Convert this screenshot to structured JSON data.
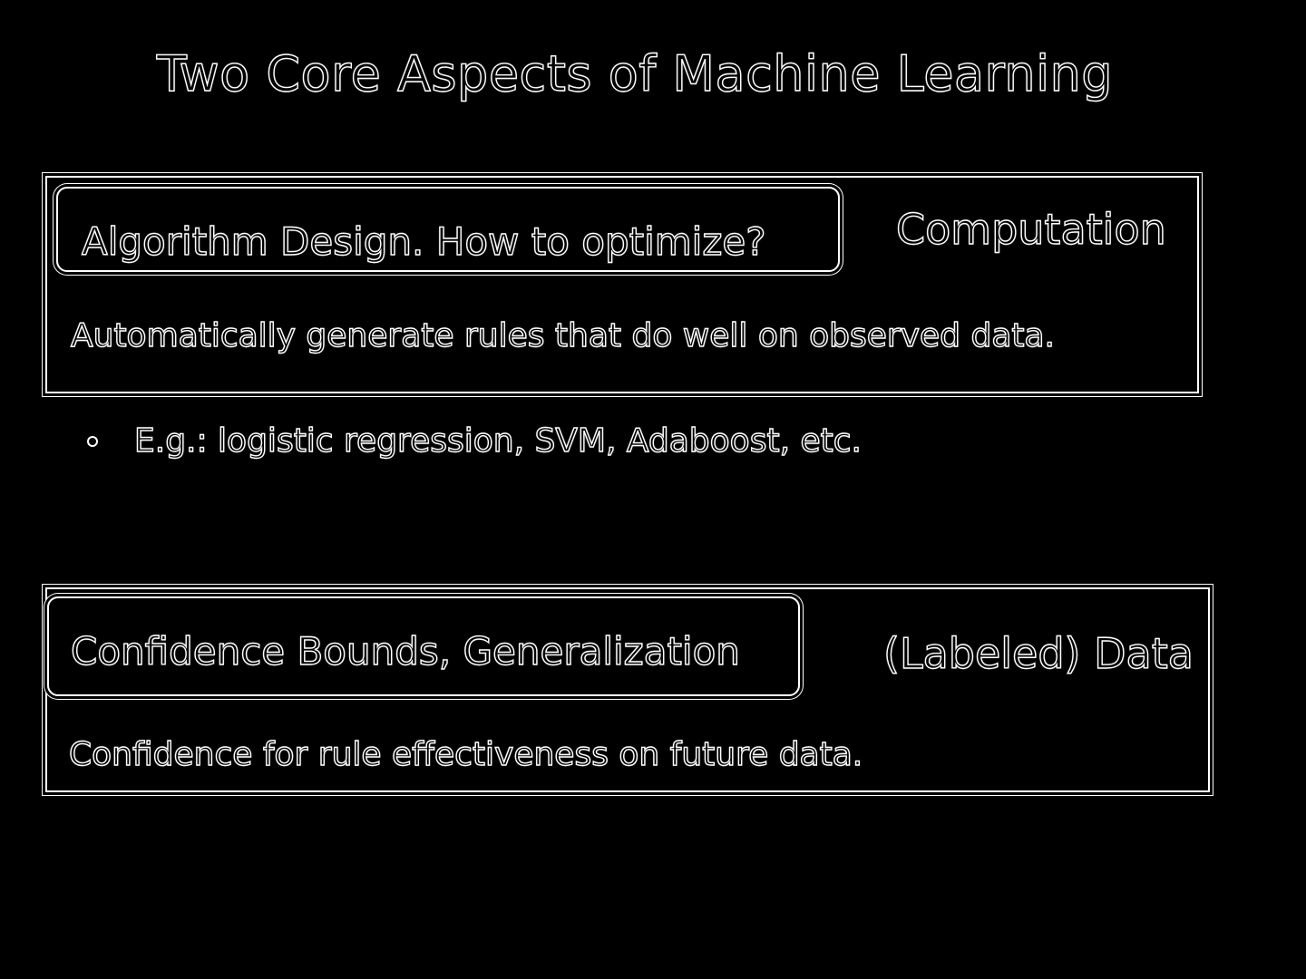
{
  "slide": {
    "title": "Two Core Aspects of Machine Learning",
    "section1": {
      "tag": "Algorithm Design. How to optimize?",
      "side": "Computation",
      "description": "Automatically generate rules that do well on observed data.",
      "bullet": "E.g.: logistic regression, SVM, Adaboost, etc."
    },
    "section2": {
      "tag": "Confidence Bounds, Generalization",
      "side": "(Labeled) Data",
      "description": "Confidence for rule effectiveness on future data."
    }
  },
  "colors": {
    "background": "#000000",
    "outline": "#ffffff"
  }
}
